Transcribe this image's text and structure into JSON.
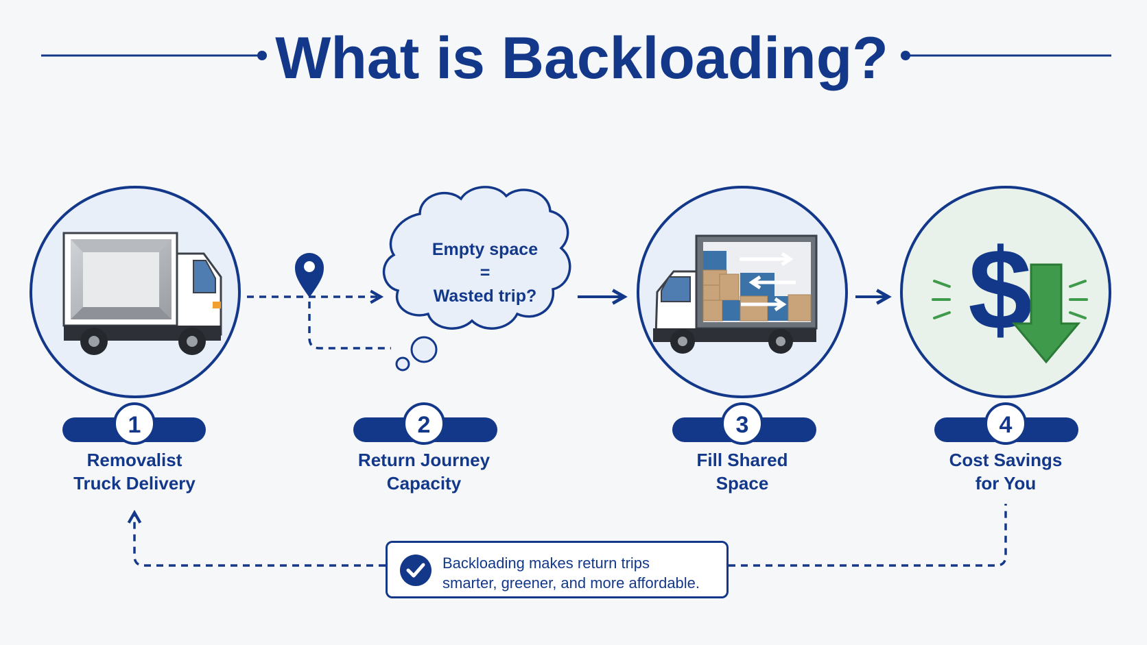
{
  "title": {
    "part1": "What is",
    "part2": "Backloading?"
  },
  "colors": {
    "primary": "#13388a",
    "circle_fill": "#e8eff9",
    "savings_fill": "#e8f2ea",
    "green": "#3f9a4b",
    "box": "#c9a37a",
    "crate_blue": "#3b73a8"
  },
  "steps": [
    {
      "number": "1",
      "line1": "Removalist",
      "line2": "Truck Delivery",
      "icon": "empty-truck-icon"
    },
    {
      "number": "2",
      "line1": "Return Journey",
      "line2": "Capacity",
      "icon": "map-pin-icon"
    },
    {
      "number": "3",
      "line1": "Fill Shared",
      "line2": "Space",
      "icon": "loaded-truck-icon"
    },
    {
      "number": "4",
      "line1": "Cost Savings",
      "line2": "for You",
      "icon": "dollar-down-icon"
    }
  ],
  "thought": {
    "line1": "Empty space",
    "line2": "=",
    "line3": "Wasted trip?"
  },
  "note": {
    "line1": "Backloading makes return trips",
    "line2": "smarter, greener, and more affordable.",
    "icon": "check-icon"
  }
}
